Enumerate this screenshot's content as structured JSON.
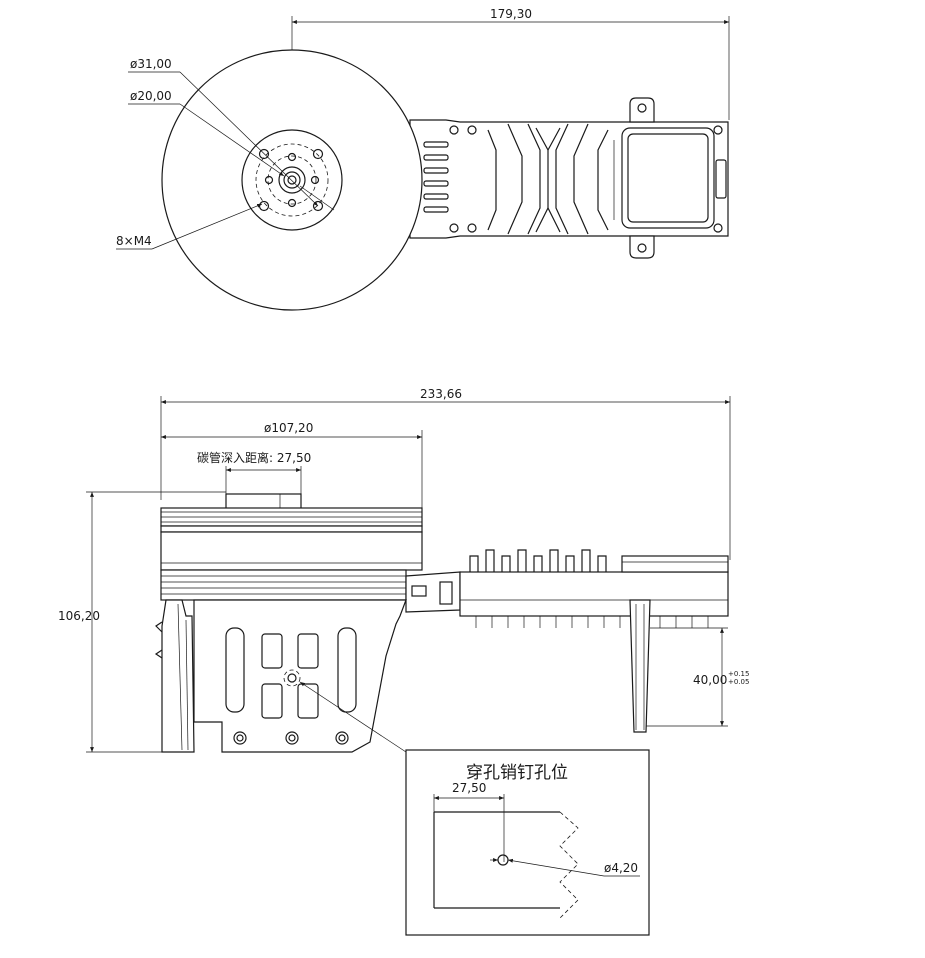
{
  "top_view": {
    "width_dim": "179,30",
    "dia_outer": "ø31,00",
    "dia_inner": "ø20,00",
    "holes": "8×M4"
  },
  "side_view": {
    "overall_length": "233,66",
    "rotor_dia": "ø107,20",
    "tube_depth": "碳管深入距离: 27,50",
    "height": "106,20",
    "mount_height_base": "40,00",
    "tol_upper": "+0.15",
    "tol_lower": "+0.05"
  },
  "detail": {
    "title": "穿孔销钉孔位",
    "offset": "27,50",
    "hole_dia": "ø4,20"
  }
}
